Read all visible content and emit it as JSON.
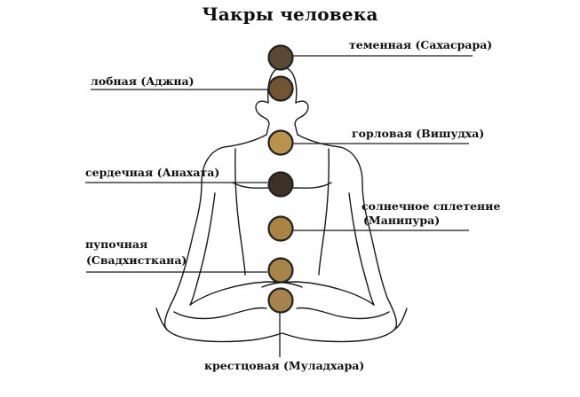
{
  "title": "Чакры человека",
  "chakras": [
    {
      "id": "crown",
      "label": "теменная (Сахасрара)",
      "color": "#5b4a33"
    },
    {
      "id": "brow",
      "label": "лобная (Аджна)",
      "color": "#6f5534"
    },
    {
      "id": "throat",
      "label": "горловая (Вишудха)",
      "color": "#b9924e"
    },
    {
      "id": "heart",
      "label": "сердечная (Анахата)",
      "color": "#3c3124"
    },
    {
      "id": "solar",
      "label_line1": "солнечное сплетение",
      "label_line2": "(Манипура)",
      "color": "#a98443"
    },
    {
      "id": "sacral",
      "label_line1": "пупочная",
      "label_line2": "(Свадхисткана)",
      "color": "#a6844a"
    },
    {
      "id": "root",
      "label": "крестцовая (Муладхара)",
      "color": "#a6824c"
    }
  ],
  "colors": {
    "stroke": "#1a1a1a",
    "ring": "#222222"
  }
}
